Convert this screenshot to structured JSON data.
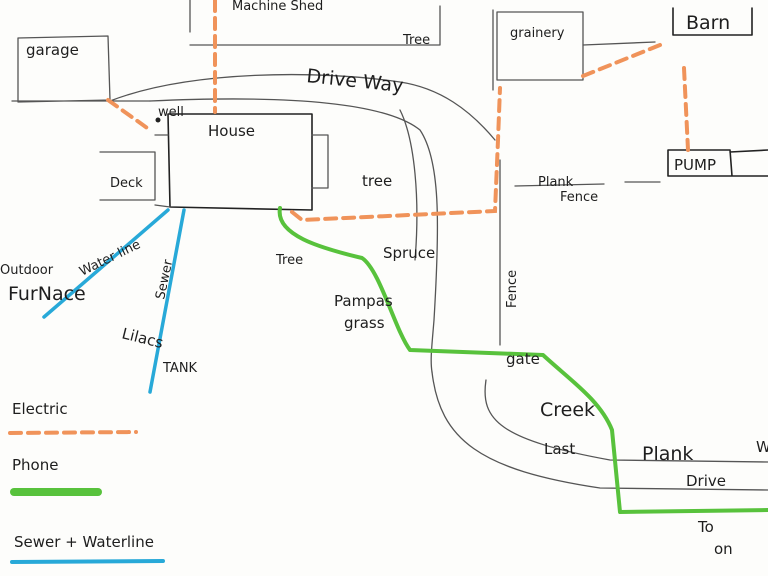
{
  "colors": {
    "electric": "#f0935a",
    "phone": "#58c23c",
    "sewer": "#28a9d8",
    "ink": "#1e1e1e",
    "pencil": "#555555"
  },
  "labels": {
    "machine_shed": "Machine Shed",
    "garage": "garage",
    "tree_top": "Tree",
    "grainery": "grainery",
    "barn": "Barn",
    "driveway_top": "Drive Way",
    "well": "well",
    "house": "House",
    "deck": "Deck",
    "tree_right": "tree",
    "pump": "PUMP",
    "plank_fence": "Plank",
    "plank_fence2": "Fence",
    "water_line": "Water line",
    "outdoor": "Outdoor",
    "furnace": "FurNace",
    "sewer": "Sewer",
    "tree_bottom": "Tree",
    "spruce": "Spruce",
    "pampas": "Pampas",
    "grass": "grass",
    "fence_vertical": "Fence",
    "lilacs": "Lilacs",
    "tank": "TANK",
    "gate": "gate",
    "creek": "Creek",
    "last": "Last",
    "plank_bottom": "Plank",
    "drive_bottom": "Drive",
    "to": "To",
    "on": "on"
  },
  "legend": {
    "electric": "Electric",
    "phone": "Phone",
    "sewer_waterline": "Sewer + Waterline"
  }
}
